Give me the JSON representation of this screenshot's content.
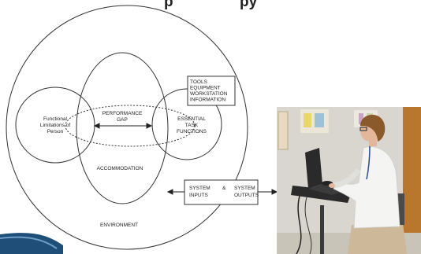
{
  "slide": {
    "title_fragment": "p",
    "title_fragment_right": "py",
    "colors": {
      "title_text": "#222222",
      "line": "#333333",
      "accent_bar": "#1f4e79"
    }
  },
  "diagram": {
    "labels": {
      "functional_limitations": [
        "Functional",
        "Limitations of",
        "Person"
      ],
      "performance_gap": [
        "PERFORMANCE",
        "GAP"
      ],
      "essential_task_functions": [
        "ESSENTIAL",
        "TASK",
        "FUNCTIONS"
      ],
      "accommodation": "ACCOMMODATION",
      "environment": "ENVIRONMENT",
      "tools_box": [
        "TOOLS",
        "EQUIPMENT",
        "WORKSTATION",
        "INFORMATION"
      ],
      "system_box": {
        "inputs": [
          "SYSTEM",
          "INPUTS"
        ],
        "ampersand": "&",
        "outputs": [
          "SYSTEM",
          "OUTPUTS"
        ]
      }
    }
  },
  "photo": {
    "subject": "woman-in-white-coat-at-laptop-workstation",
    "colors": {
      "wall": "#d9d6cf",
      "coat": "#f4f4f2",
      "hair": "#8a5a2b",
      "door": "#b9772e",
      "skin": "#e5b79a",
      "laptop": "#2a2a2a",
      "pants": "#cdb89a"
    }
  }
}
